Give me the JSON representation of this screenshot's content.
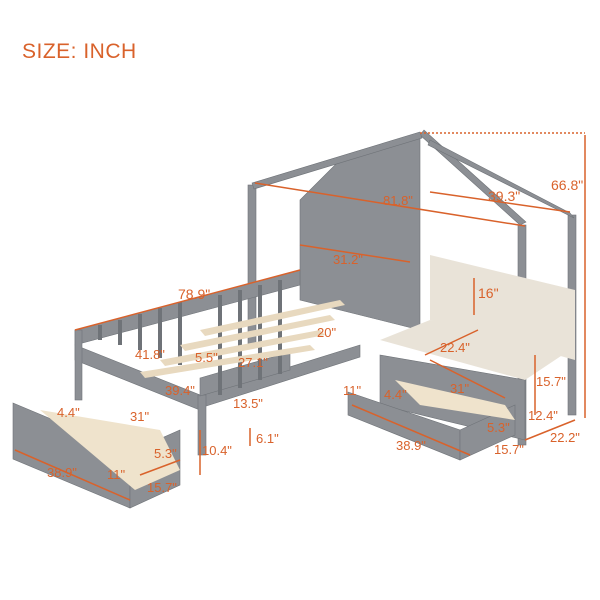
{
  "title": "SIZE: INCH",
  "colors": {
    "accent": "#d9622b",
    "frame": "#8c8f94",
    "cushion": "#e9e3d8",
    "slat": "#e8d9bf"
  },
  "dimensions": [
    {
      "id": "total-height",
      "text": "66.8\""
    },
    {
      "id": "roof-depth",
      "text": "39.3\""
    },
    {
      "id": "roof-width",
      "text": "81.8\""
    },
    {
      "id": "shelf-width",
      "text": "31.2\""
    },
    {
      "id": "backrest-height",
      "text": "16\""
    },
    {
      "id": "bed-length",
      "text": "78.9\""
    },
    {
      "id": "bed-width",
      "text": "41.8\""
    },
    {
      "id": "slat-gap",
      "text": "5.5\""
    },
    {
      "id": "rail-length",
      "text": "27.1\""
    },
    {
      "id": "rail-gap",
      "text": "20\""
    },
    {
      "id": "inner-width",
      "text": "39.4\""
    },
    {
      "id": "rail-height",
      "text": "13.5\""
    },
    {
      "id": "leg-height",
      "text": "10.4\""
    },
    {
      "id": "clearance",
      "text": "6.1\""
    },
    {
      "id": "seat-depth",
      "text": "22.4\""
    },
    {
      "id": "bench-height",
      "text": "15.7\""
    },
    {
      "id": "bench-leg",
      "text": "12.4\""
    },
    {
      "id": "bench-depth",
      "text": "22.2\""
    },
    {
      "id": "drawer1-inner-depth",
      "text": "4.4\""
    },
    {
      "id": "drawer1-inner-length",
      "text": "31\""
    },
    {
      "id": "drawer1-side",
      "text": "5.3\""
    },
    {
      "id": "drawer1-height",
      "text": "11\""
    },
    {
      "id": "drawer1-width",
      "text": "15.7\""
    },
    {
      "id": "drawer1-length",
      "text": "38.9\""
    },
    {
      "id": "drawer2-height",
      "text": "11\""
    },
    {
      "id": "drawer2-inner-depth",
      "text": "4.4\""
    },
    {
      "id": "drawer2-inner-length",
      "text": "31\""
    },
    {
      "id": "drawer2-side",
      "text": "5.3\""
    },
    {
      "id": "drawer2-width",
      "text": "15.7\""
    },
    {
      "id": "drawer2-length",
      "text": "38.9\""
    }
  ]
}
